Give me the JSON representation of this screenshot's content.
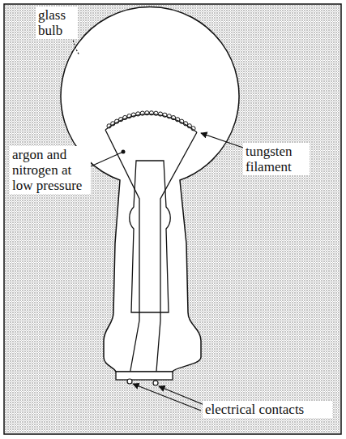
{
  "diagram": {
    "labels": [
      "glass bulb",
      "argon and nitrogen at low pressure",
      "tungsten filament",
      "electrical contacts"
    ]
  }
}
